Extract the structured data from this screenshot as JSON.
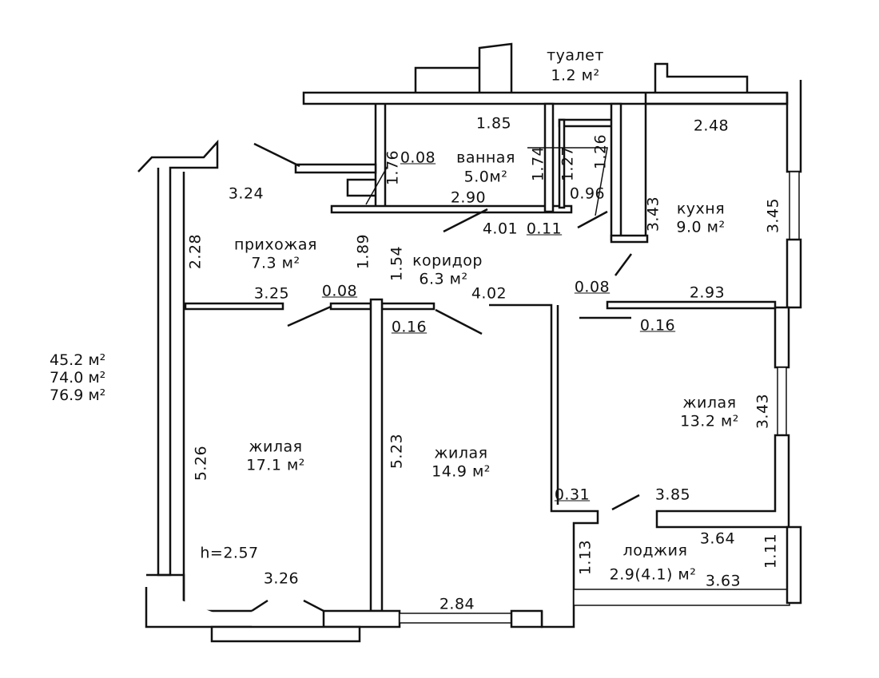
{
  "totals": [
    "45.2 м²",
    "74.0 м²",
    "76.9 м²"
  ],
  "ceiling_height": "h=2.57",
  "rooms": {
    "toilet": {
      "name": "туалет",
      "area": "1.2 м²"
    },
    "bathroom": {
      "name": "ванная",
      "area": "5.0м²"
    },
    "kitchen": {
      "name": "кухня",
      "area": "9.0 м²"
    },
    "hallway": {
      "name": "прихожая",
      "area": "7.3 м²"
    },
    "corridor": {
      "name": "коридор",
      "area": "6.3 м²"
    },
    "living_right": {
      "name": "жилая",
      "area": "13.2 м²"
    },
    "living_left": {
      "name": "жилая",
      "area": "17.1 м²"
    },
    "living_middle": {
      "name": "жилая",
      "area": "14.9 м²"
    },
    "loggia": {
      "name": "лоджия",
      "area": "2.9(4.1) м²"
    }
  },
  "dimensions": {
    "bath_top": "1.85",
    "kitchen_top": "2.48",
    "bath_left": "1.76",
    "bath_wall": "0.08",
    "bath_right": "1.74",
    "toilet_left": "1.27",
    "toilet_right": "1.26",
    "toilet_width": "0.96",
    "bath_bottom": "2.90",
    "hall_top": "3.24",
    "corridor_top": "4.01",
    "partition_0_11": "0.11",
    "kitchen_left": "3.43",
    "kitchen_right": "3.45",
    "hall_left": "2.28",
    "hall_right": "1.89",
    "corridor_left": "1.54",
    "hall_bottom": "3.25",
    "wall_0_08_a": "0.08",
    "corridor_bottom": "4.02",
    "wall_0_08_b": "0.08",
    "kitchen_bottom": "2.93",
    "wall_0_16_a": "0.16",
    "wall_0_16_b": "0.16",
    "living_right_side": "3.43",
    "living_left_side": "5.26",
    "living_middle_side": "5.23",
    "wall_0_31": "0.31",
    "living_right_bottom": "3.85",
    "loggia_top": "3.64",
    "loggia_left": "1.13",
    "loggia_bottom": "3.63",
    "loggia_right": "1.11",
    "living_left_bottom": "3.26",
    "living_middle_bottom": "2.84"
  }
}
